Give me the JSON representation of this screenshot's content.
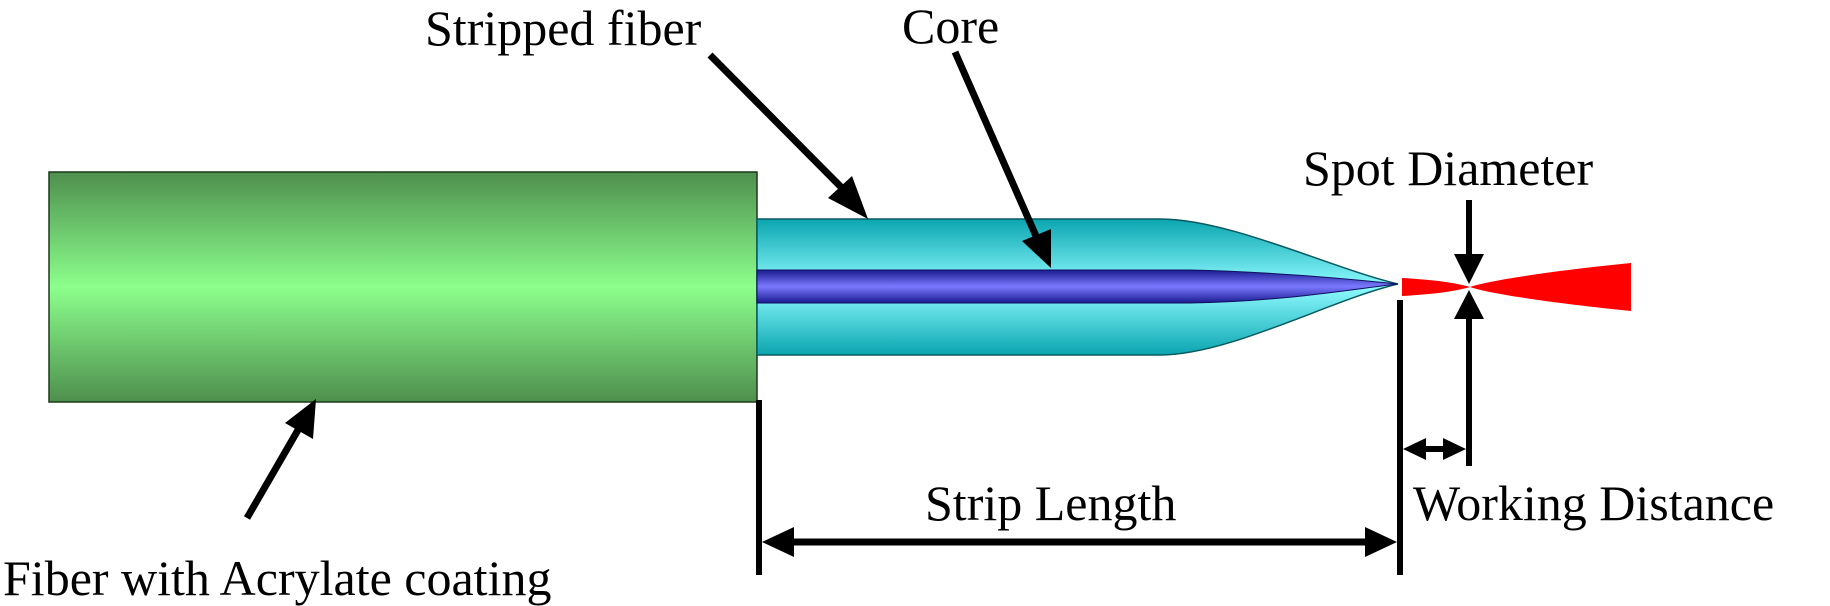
{
  "labels": {
    "stripped_fiber": "Stripped fiber",
    "core": "Core",
    "spot_diameter": "Spot Diameter",
    "strip_length": "Strip Length",
    "working_distance": "Working Distance",
    "coating": "Fiber with Acrylate coating"
  },
  "colors": {
    "coating": "#66cc66",
    "cladding": "#33dde0",
    "core": "#3a3acc",
    "beam": "#ff0000"
  }
}
